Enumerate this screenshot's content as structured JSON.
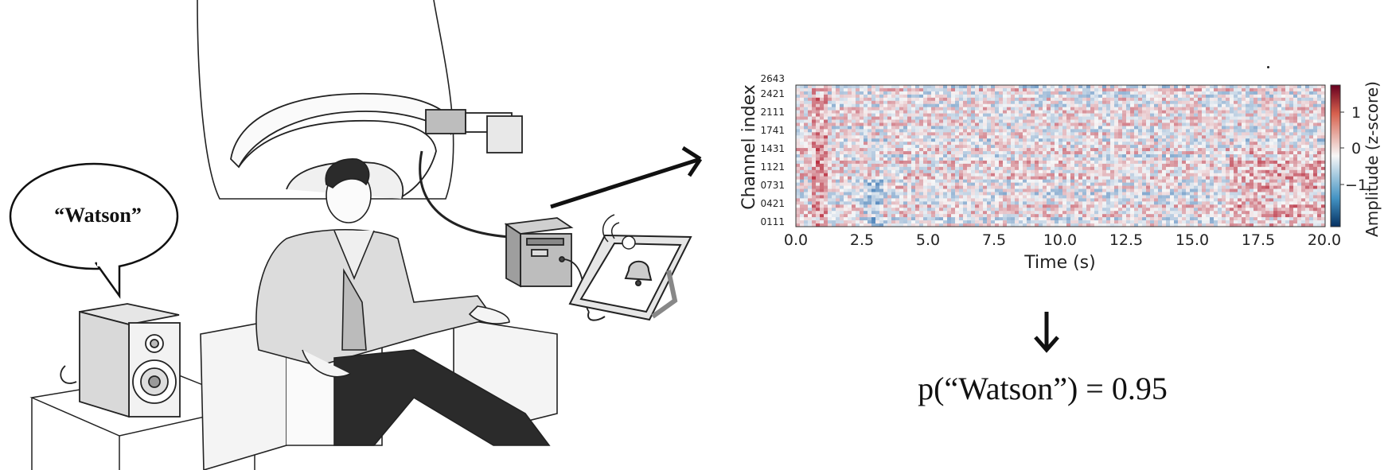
{
  "speech_bubble": {
    "text": "“Watson”"
  },
  "heatmap": {
    "xlabel": "Time (s)",
    "ylabel": "Channel index",
    "colorbar_label": "Amplitude (z-score)",
    "x_ticks": [
      "0.0",
      "2.5",
      "5.0",
      "7.5",
      "10.0",
      "12.5",
      "15.0",
      "17.5",
      "20.0"
    ],
    "y_ticks": [
      "2643",
      "2421",
      "2111",
      "1741",
      "1431",
      "1121",
      "0731",
      "0421",
      "0111"
    ],
    "colorbar_ticks": [
      "1",
      "0",
      "−1"
    ],
    "colors": {
      "high": "#b2182b",
      "mid": "#f7f7f7",
      "low": "#2166ac"
    }
  },
  "result": {
    "text": "p(“Watson”) = 0.95"
  },
  "icons": [
    "speaker-icon",
    "meg-helmet-icon",
    "amplifier-box-icon",
    "tablet-icon",
    "bell-icon",
    "arrow-right-icon",
    "arrow-down-icon"
  ]
}
